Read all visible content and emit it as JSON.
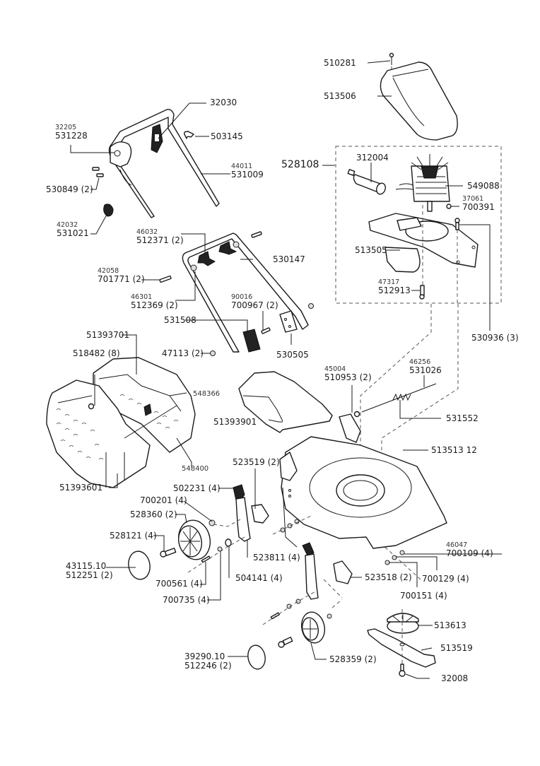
{
  "diagram": {
    "title": "",
    "assembly_group": "528108",
    "parts": [
      {
        "id": "cover-screw",
        "code": "510281"
      },
      {
        "id": "motor-cover",
        "code": "513506"
      },
      {
        "id": "motor-assembly",
        "code": "528108"
      },
      {
        "id": "capacitor",
        "code": "312004"
      },
      {
        "id": "motor",
        "code": "549088"
      },
      {
        "id": "motor-nut",
        "ref": "37061",
        "code": "700391"
      },
      {
        "id": "motor-mount",
        "code": "513505"
      },
      {
        "id": "motor-bolt",
        "ref": "47317",
        "code": "512913"
      },
      {
        "id": "mount-screw",
        "code": "530936 (3)"
      },
      {
        "id": "switch-lever",
        "code": "32030"
      },
      {
        "id": "cable-clip",
        "code": "503145"
      },
      {
        "id": "switch-box",
        "ref": "32205",
        "code": "531228"
      },
      {
        "id": "upper-handle",
        "ref": "44011",
        "code": "531009"
      },
      {
        "id": "switch-screw",
        "code": "530849 (2)"
      },
      {
        "id": "cable-holder",
        "ref": "42032",
        "code": "531021"
      },
      {
        "id": "handle-knob",
        "ref": "46032",
        "code": "512371 (2)"
      },
      {
        "id": "lower-handle",
        "code": "530147"
      },
      {
        "id": "handle-bolt",
        "ref": "42058",
        "code": "701771 (2)"
      },
      {
        "id": "handle-washer",
        "ref": "46301",
        "code": "512369 (2)"
      },
      {
        "id": "handle-screw",
        "ref": "90016",
        "code": "700967 (2)"
      },
      {
        "id": "handle-bracket-left",
        "code": "531508"
      },
      {
        "id": "handle-nut",
        "code": "47113 (2)"
      },
      {
        "id": "handle-bracket-right",
        "code": "530505"
      },
      {
        "id": "grassbox-top",
        "code": "51393701"
      },
      {
        "id": "grassbox-rivet",
        "code": "518482 (8)"
      },
      {
        "id": "grassbox-handle",
        "code": "548366"
      },
      {
        "id": "grassbox-frame",
        "code": "548400"
      },
      {
        "id": "grassbox-bottom",
        "code": "51393601"
      },
      {
        "id": "rear-flap",
        "code": "51393901"
      },
      {
        "id": "flap-washer",
        "ref": "45004",
        "code": "510953 (2)"
      },
      {
        "id": "flap-rod",
        "ref": "46256",
        "code": "531026"
      },
      {
        "id": "flap-spring",
        "code": "531552"
      },
      {
        "id": "deck",
        "code": "513513 12"
      },
      {
        "id": "height-bracket",
        "code": "523519 (2)"
      },
      {
        "id": "height-lever",
        "code": "502231 (4)"
      },
      {
        "id": "wheel-nut",
        "code": "700201 (4)"
      },
      {
        "id": "rear-wheel",
        "code": "528360 (2)"
      },
      {
        "id": "wheel-bolt",
        "code": "528121 (4)"
      },
      {
        "id": "rear-hubcap",
        "ref": "43115.10",
        "code": "512251 (2)"
      },
      {
        "id": "lever-spacer",
        "code": "523811 (4)"
      },
      {
        "id": "lever-screw",
        "code": "700561 (4)"
      },
      {
        "id": "lever-washer-small",
        "code": "700735 (4)"
      },
      {
        "id": "lever-washer",
        "code": "504141 (4)"
      },
      {
        "id": "front-bracket",
        "code": "523518 (2)"
      },
      {
        "id": "deck-nut",
        "ref": "46047",
        "code": "700109 (4)"
      },
      {
        "id": "deck-washer",
        "code": "700129 (4)"
      },
      {
        "id": "deck-lockwasher",
        "code": "700151 (4)"
      },
      {
        "id": "blade-adapter",
        "code": "513613"
      },
      {
        "id": "blade",
        "code": "513519"
      },
      {
        "id": "blade-bolt",
        "code": "32008"
      },
      {
        "id": "front-wheel",
        "code": "528359 (2)"
      },
      {
        "id": "front-hubcap",
        "ref": "39290.10",
        "code": "512246 (2)"
      }
    ]
  }
}
